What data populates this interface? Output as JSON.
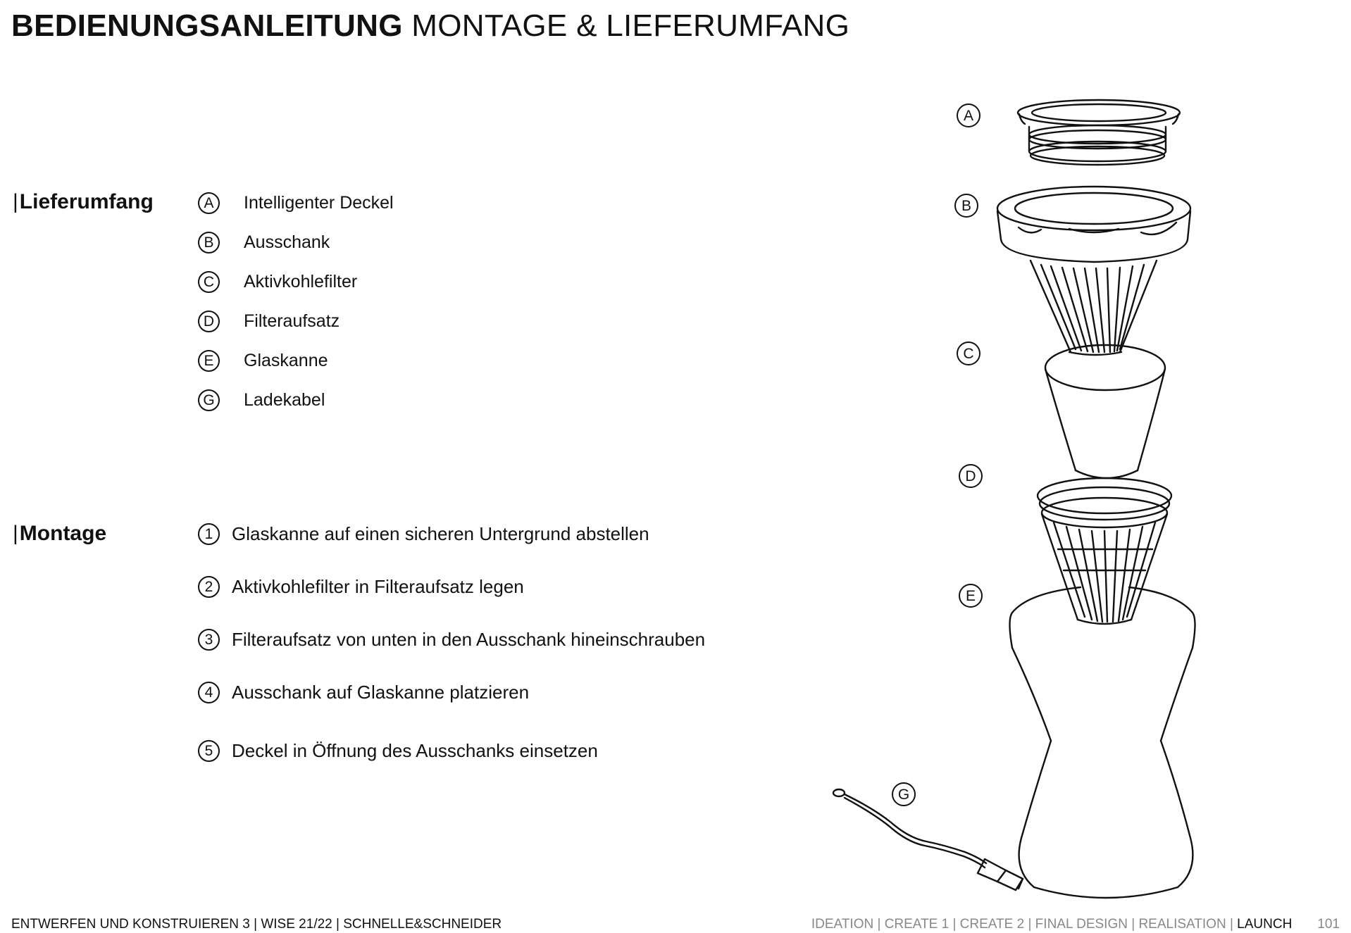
{
  "header": {
    "title_bold": "BEDIENUNGSANLEITUNG",
    "title_light": "MONTAGE & LIEFERUMFANG"
  },
  "lieferumfang": {
    "heading": "Lieferumfang",
    "items": [
      {
        "letter": "A",
        "label": "Intelligenter Deckel"
      },
      {
        "letter": "B",
        "label": "Ausschank"
      },
      {
        "letter": "C",
        "label": "Aktivkohlefilter"
      },
      {
        "letter": "D",
        "label": "Filteraufsatz"
      },
      {
        "letter": "E",
        "label": "Glaskanne"
      },
      {
        "letter": "G",
        "label": "Ladekabel"
      }
    ]
  },
  "montage": {
    "heading": "Montage",
    "steps": [
      {
        "num": "1",
        "label": "Glaskanne auf einen sicheren Untergrund abstellen"
      },
      {
        "num": "2",
        "label": "Aktivkohlefilter in Filteraufsatz legen"
      },
      {
        "num": "3",
        "label": "Filteraufsatz von unten in den Ausschank hineinschrauben"
      },
      {
        "num": "4",
        "label": "Ausschank auf Glaskanne platzieren"
      },
      {
        "num": "5",
        "label": "Deckel in Öffnung des Ausschanks einsetzen"
      }
    ]
  },
  "drawing_labels": [
    "A",
    "B",
    "C",
    "D",
    "E",
    "G"
  ],
  "footer": {
    "left": "ENTWERFEN UND KONSTRUIEREN 3 | WISE 21/22 | SCHNELLE&SCHNEIDER",
    "nav_inactive": "IDEATION | CREATE 1 | CREATE 2 | FINAL DESIGN | REALISATION | ",
    "nav_active": "LAUNCH",
    "page_number": "101"
  }
}
